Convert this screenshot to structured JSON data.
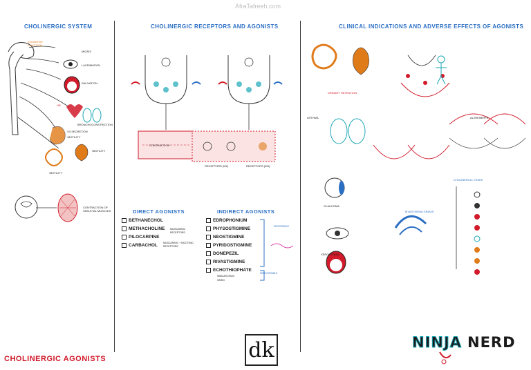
{
  "watermark": "AfraTafreeh.com",
  "sections": {
    "cholinergic_system": "CHOLINERGIC SYSTEM",
    "receptors_and_agonists": "CHOLINERGIC RECEPTORS AND AGONISTS",
    "clinical_indications": "CLINICAL INDICATIONS AND ADVERSE EFFECTS OF AGONISTS"
  },
  "system_labels": {
    "cognitive": "COGNITIVE FUNCTION",
    "miosis": "MIOSIS",
    "lacrimation": "LACRIMATION",
    "salivation": "SALIVATION",
    "hr": "HR",
    "bronchoconstriction": "BRONCHOCONSTRICTION",
    "secretion": "↑GI SECRETION",
    "motility_gi": "↑MOTILITY",
    "motility_gu": "↑MOTILITY",
    "motility_bottom": "↑MOTILITY",
    "nicotinic_muscle": "CONTRACTION OF SKELETAL MUSCLES"
  },
  "direct": {
    "title": "DIRECT AGONISTS",
    "items": [
      "BETHANECHOL",
      "METHACHOLINE",
      "PILOCARPINE",
      "CARBACHOL"
    ],
    "note_muscarinic": "MUSCARINIC RECEPTORS",
    "note_nicotinic": "MUSCARINIC + NICOTINIC RECEPTORS"
  },
  "indirect": {
    "title": "INDIRECT AGONISTS",
    "items": [
      "EDROPHONIUM",
      "PHYSOSTIGMINE",
      "NEOSTIGMINE",
      "PYRIDOSTIGMINE",
      "DONEPEZIL",
      "RIVASTIGMINE",
      "ECHOTHIOPHATE"
    ],
    "sub": [
      "SIMILAR DRUG",
      "SARIN"
    ],
    "note_reversible": "REVERSIBLE",
    "note_irreversible": "IRREVERSIBLE"
  },
  "receptor_labels": {
    "contraction": "CONTRACTION",
    "receptor_m2": "RECEPTORS (M2)",
    "receptor_m3": "RECEPTORS (M3)"
  },
  "clinical_labels": {
    "asthma": "ASTHMA",
    "alzheimers": "ALZHEIMER'S",
    "urinary": "URINARY RETENTION",
    "glaucoma": "GLAUCOMA",
    "myasthenia": "MYASTHENIA GRAVIS",
    "xerostomia": "XEROSTOMIA",
    "adverse": "CHOLINERGIC CRISIS"
  },
  "footer": {
    "title": "CHOLINERGIC AGONISTS",
    "logo_dk": "dk",
    "brand_ninja": "NINJA",
    "brand_nerd": "NERD"
  },
  "colors": {
    "blue": "#2b6fc4",
    "red": "#d11a2a",
    "teal": "#19a6b6",
    "orange": "#e07b1a",
    "pink": "#d63fa8"
  }
}
